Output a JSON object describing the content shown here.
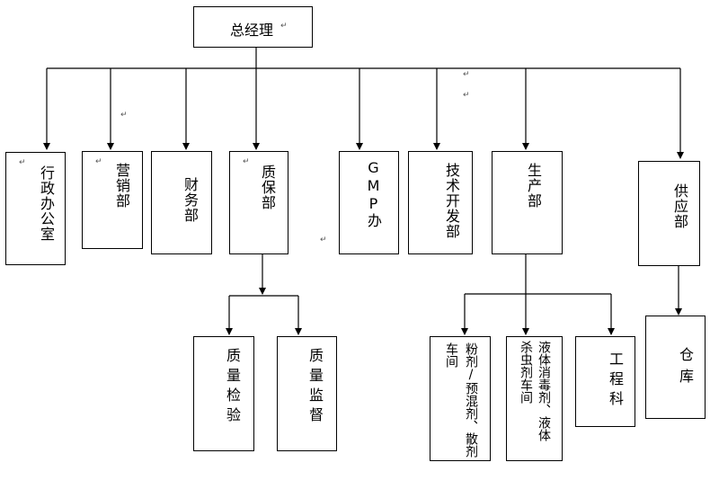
{
  "root": {
    "label": "总经理"
  },
  "departments": {
    "admin": "行政办公室",
    "sales": "营销部",
    "finance": "财务部",
    "qa": "质保部",
    "gmp": "GMP办",
    "tech": "技术开发部",
    "production": "生产部",
    "supply": "供应部"
  },
  "qa_children": {
    "inspection": "质量检验",
    "supervision": "质量监督"
  },
  "production_children": {
    "powder_col1": "粉剂/预混剂、散剂",
    "powder_col2": "车间",
    "liquid_col1": "液体消毒剂、液体",
    "liquid_col2": "杀虫剂车间",
    "engineering": "工程科"
  },
  "supply_children": {
    "warehouse": "仓库"
  },
  "paragraph_mark": "↵"
}
